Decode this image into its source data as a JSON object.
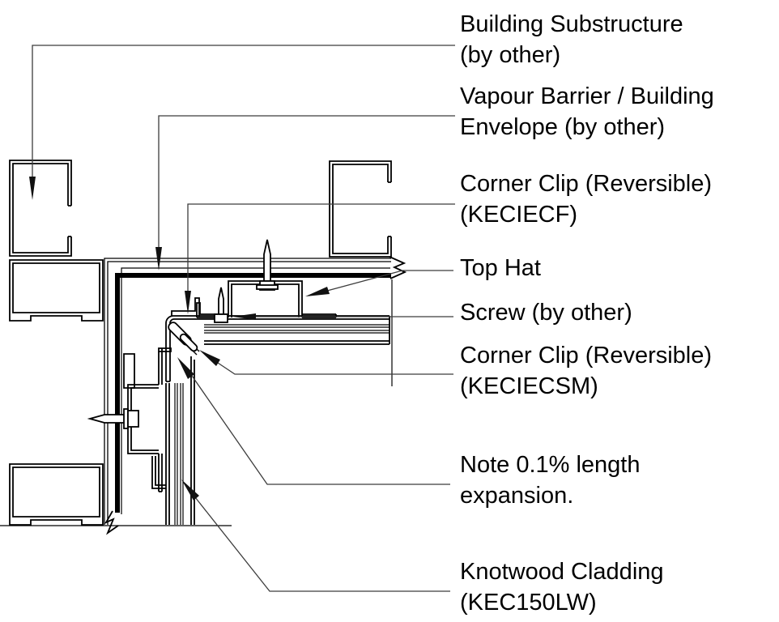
{
  "drawing": {
    "type": "construction-section-detail",
    "subject": "Knotwood cladding external corner fixing detail",
    "colors": {
      "background": "#ffffff",
      "line": "#000000",
      "leader": "#3c3c3c"
    },
    "labels": [
      {
        "id": "building-substructure",
        "lines": [
          "Building Substructure",
          "(by other)"
        ]
      },
      {
        "id": "vapour-barrier",
        "lines": [
          "Vapour Barrier / Building",
          "Envelope (by other)"
        ]
      },
      {
        "id": "corner-clip-f",
        "lines": [
          "Corner Clip (Reversible)",
          "(KECIECF)"
        ]
      },
      {
        "id": "top-hat",
        "lines": [
          "Top Hat"
        ]
      },
      {
        "id": "screw",
        "lines": [
          "Screw (by other)"
        ]
      },
      {
        "id": "corner-clip-sm",
        "lines": [
          "Corner Clip (Reversible)",
          "(KECIECSM)"
        ]
      },
      {
        "id": "note",
        "lines": [
          "Note 0.1% length",
          "expansion."
        ]
      },
      {
        "id": "knotwood",
        "lines": [
          "Knotwood Cladding",
          "(KEC150LW)"
        ]
      }
    ]
  }
}
